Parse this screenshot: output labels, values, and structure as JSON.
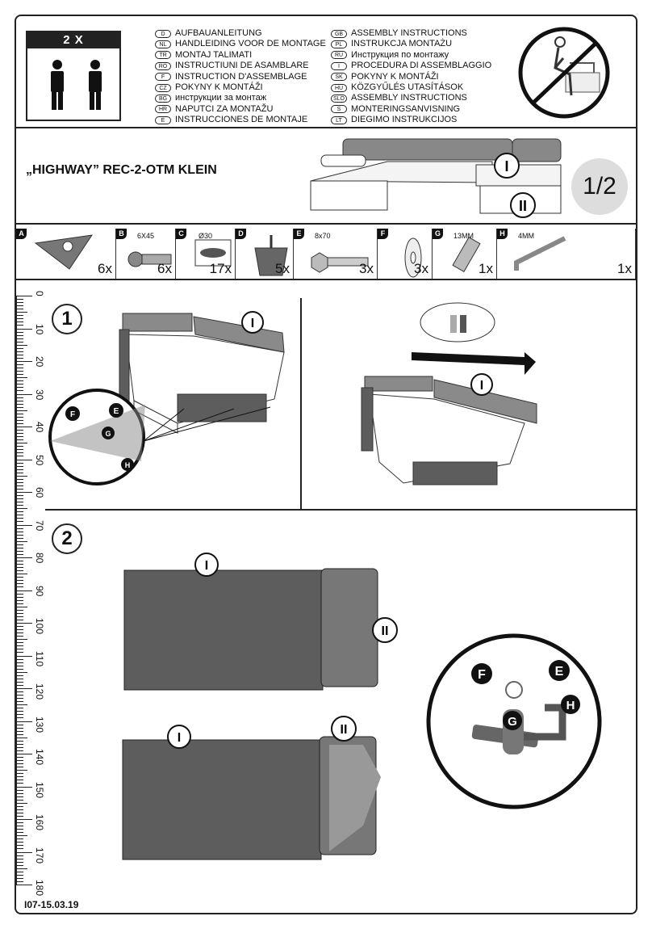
{
  "people_box": {
    "label": "2 X"
  },
  "languages_left": [
    {
      "code": "D",
      "text": "AUFBAUANLEITUNG"
    },
    {
      "code": "NL",
      "text": "HANDLEIDING VOOR DE MONTAGE"
    },
    {
      "code": "TR",
      "text": "MONTAJ TALIMATI"
    },
    {
      "code": "RO",
      "text": "INSTRUCTIUNI DE ASAMBLARE"
    },
    {
      "code": "F",
      "text": "INSTRUCTION D'ASSEMBLAGE"
    },
    {
      "code": "CZ",
      "text": "POKYNY K MONTÁŽI"
    },
    {
      "code": "BG",
      "text": "инструкции за монтаж"
    },
    {
      "code": "HR",
      "text": "NAPUTCI ZA MONTAŽU"
    },
    {
      "code": "E",
      "text": "INSTRUCCIONES DE MONTAJE"
    }
  ],
  "languages_right": [
    {
      "code": "GB",
      "text": "ASSEMBLY INSTRUCTIONS"
    },
    {
      "code": "PL",
      "text": "INSTRUKCJA MONTAŻU"
    },
    {
      "code": "RU",
      "text": "Инструкция по монтажу"
    },
    {
      "code": "I",
      "text": "PROCEDURA DI ASSEMBLAGGIO"
    },
    {
      "code": "SK",
      "text": "POKYNY K MONTÁŽI"
    },
    {
      "code": "HU",
      "text": "KÖZGYŰLÉS UTASÍTÁSOK"
    },
    {
      "code": "SLO",
      "text": "ASSEMBLY INSTRUCTIONS"
    },
    {
      "code": "S",
      "text": "MONTERINGSANVISNING"
    },
    {
      "code": "LT",
      "text": "DIEGIMO INSTRUKCIJOS"
    }
  ],
  "product": {
    "title": "„HIGHWAY” REC-2-OTM KLEIN",
    "page": "1/2"
  },
  "module_labels": {
    "one": "I",
    "two": "II"
  },
  "parts": [
    {
      "tag": "A",
      "label": "",
      "qty": "6x"
    },
    {
      "tag": "B",
      "label": "6X45",
      "qty": "6x"
    },
    {
      "tag": "C",
      "label": "Ø30",
      "qty": "17x"
    },
    {
      "tag": "D",
      "label": "",
      "qty": "5x"
    },
    {
      "tag": "E",
      "label": "8x70",
      "qty": "3x"
    },
    {
      "tag": "F",
      "label": "",
      "qty": "3x"
    },
    {
      "tag": "G",
      "label": "13MM",
      "qty": "1x"
    },
    {
      "tag": "H",
      "label": "4MM",
      "qty": "1x"
    }
  ],
  "ruler_ticks": [
    "0",
    "10",
    "20",
    "30",
    "40",
    "50",
    "60",
    "70",
    "80",
    "90",
    "100",
    "110",
    "120",
    "130",
    "140",
    "150",
    "160",
    "170",
    "180"
  ],
  "steps": [
    "1",
    "2"
  ],
  "callouts": {
    "F": "F",
    "E": "E",
    "G": "G",
    "H": "H"
  },
  "footer": "I07-15.03.19",
  "colors": {
    "cushion": "#8a8a8a",
    "panel": "#5d5d5d",
    "frame": "#222222"
  }
}
